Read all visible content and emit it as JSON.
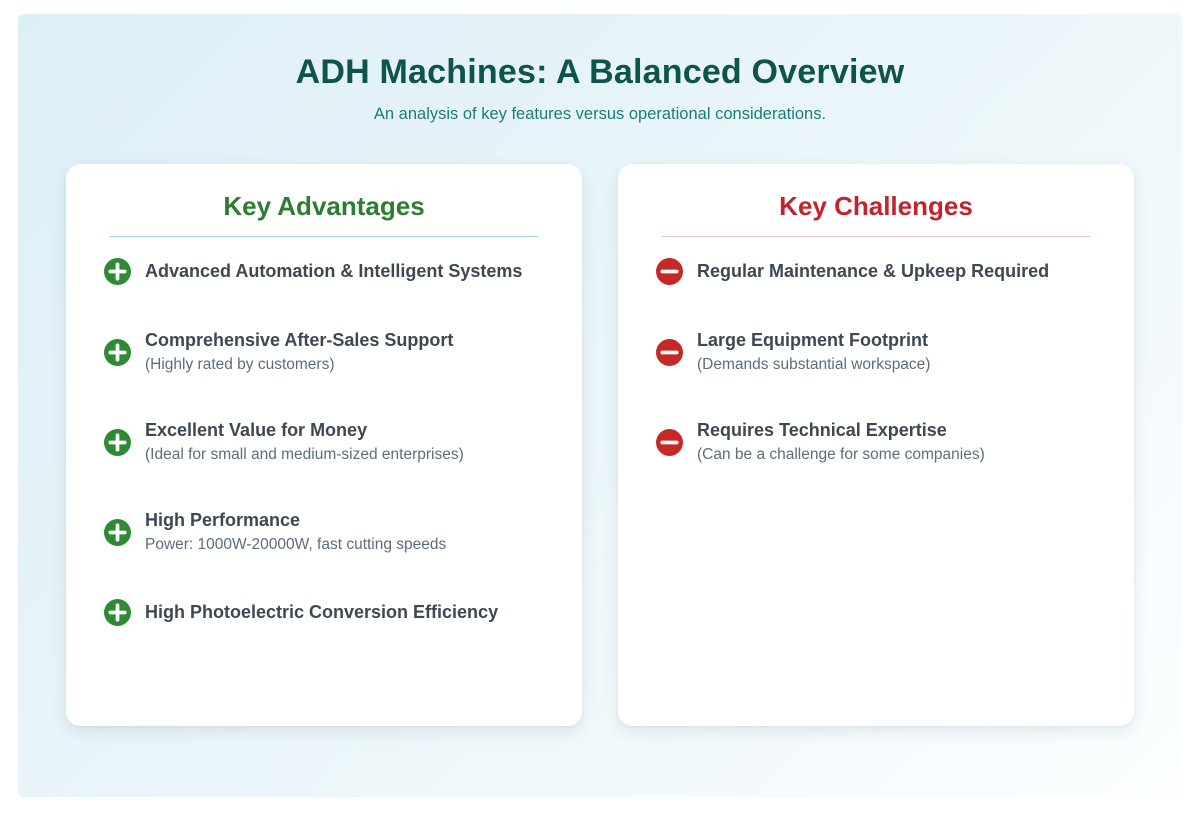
{
  "header": {
    "title": "ADH Machines: A Balanced Overview",
    "subtitle": "An analysis of key features versus operational considerations."
  },
  "colors": {
    "canvas_bg_start": "#ddeff6",
    "canvas_bg_end": "#fcfeff",
    "title_text": "#0e544a",
    "subtitle_text": "#1b7e76",
    "item_title_text": "#3d4852",
    "item_detail_text": "#5d6d7e",
    "advantages_accent": "#2e7d32",
    "advantages_rule": "#a6d2dc",
    "plus_icon_bg": "#2e8b34",
    "challenges_accent": "#c2232e",
    "challenges_rule": "#e0c2c5",
    "minus_icon_bg": "#c62828"
  },
  "cards": [
    {
      "heading": "Key Advantages",
      "icon": "plus-circle-icon",
      "items": [
        {
          "title": "Advanced Automation & Intelligent Systems",
          "detail": ""
        },
        {
          "title": "Comprehensive After-Sales Support",
          "detail": "(Highly rated by customers)"
        },
        {
          "title": "Excellent Value for Money",
          "detail": "(Ideal for small and medium-sized enterprises)"
        },
        {
          "title": "High Performance",
          "detail": "Power: 1000W-20000W, fast cutting speeds"
        },
        {
          "title": "High Photoelectric Conversion Efficiency",
          "detail": ""
        }
      ]
    },
    {
      "heading": "Key Challenges",
      "icon": "minus-circle-icon",
      "items": [
        {
          "title": "Regular Maintenance & Upkeep Required",
          "detail": ""
        },
        {
          "title": "Large Equipment Footprint",
          "detail": "(Demands substantial workspace)"
        },
        {
          "title": "Requires Technical Expertise",
          "detail": "(Can be a challenge for some companies)"
        }
      ]
    }
  ]
}
